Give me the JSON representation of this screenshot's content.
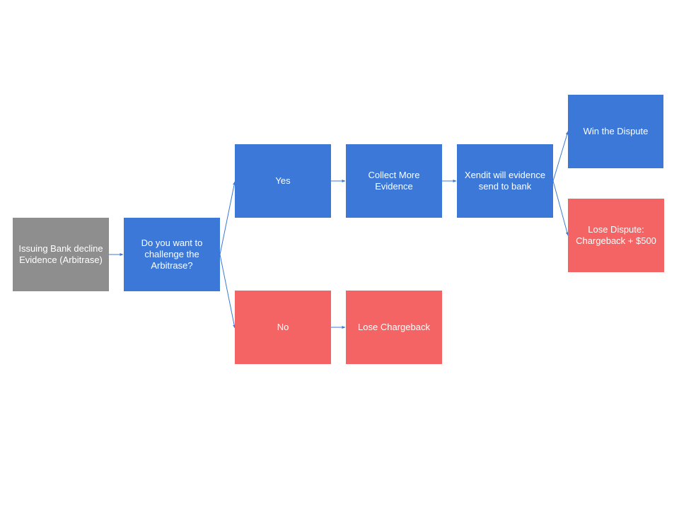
{
  "diagram": {
    "nodes": {
      "issuing_bank": "Issuing Bank decline Evidence (Arbitrase)",
      "question": "Do you want to challenge the Arbitrase?",
      "yes": "Yes",
      "no": "No",
      "collect_evidence": "Collect More Evidence",
      "xendit_send": "Xendit will evidence send to bank",
      "lose_chargeback": "Lose Chargeback",
      "win_dispute": "Win the Dispute",
      "lose_dispute": "Lose Dispute: Chargeback + $500"
    },
    "colors": {
      "start": "#8e8e8e",
      "positive": "#3c78d8",
      "negative": "#f46464",
      "connector": "#3c78d8"
    },
    "edges": [
      [
        "issuing_bank",
        "question"
      ],
      [
        "question",
        "yes"
      ],
      [
        "question",
        "no"
      ],
      [
        "yes",
        "collect_evidence"
      ],
      [
        "collect_evidence",
        "xendit_send"
      ],
      [
        "no",
        "lose_chargeback"
      ],
      [
        "xendit_send",
        "win_dispute"
      ],
      [
        "xendit_send",
        "lose_dispute"
      ]
    ]
  }
}
